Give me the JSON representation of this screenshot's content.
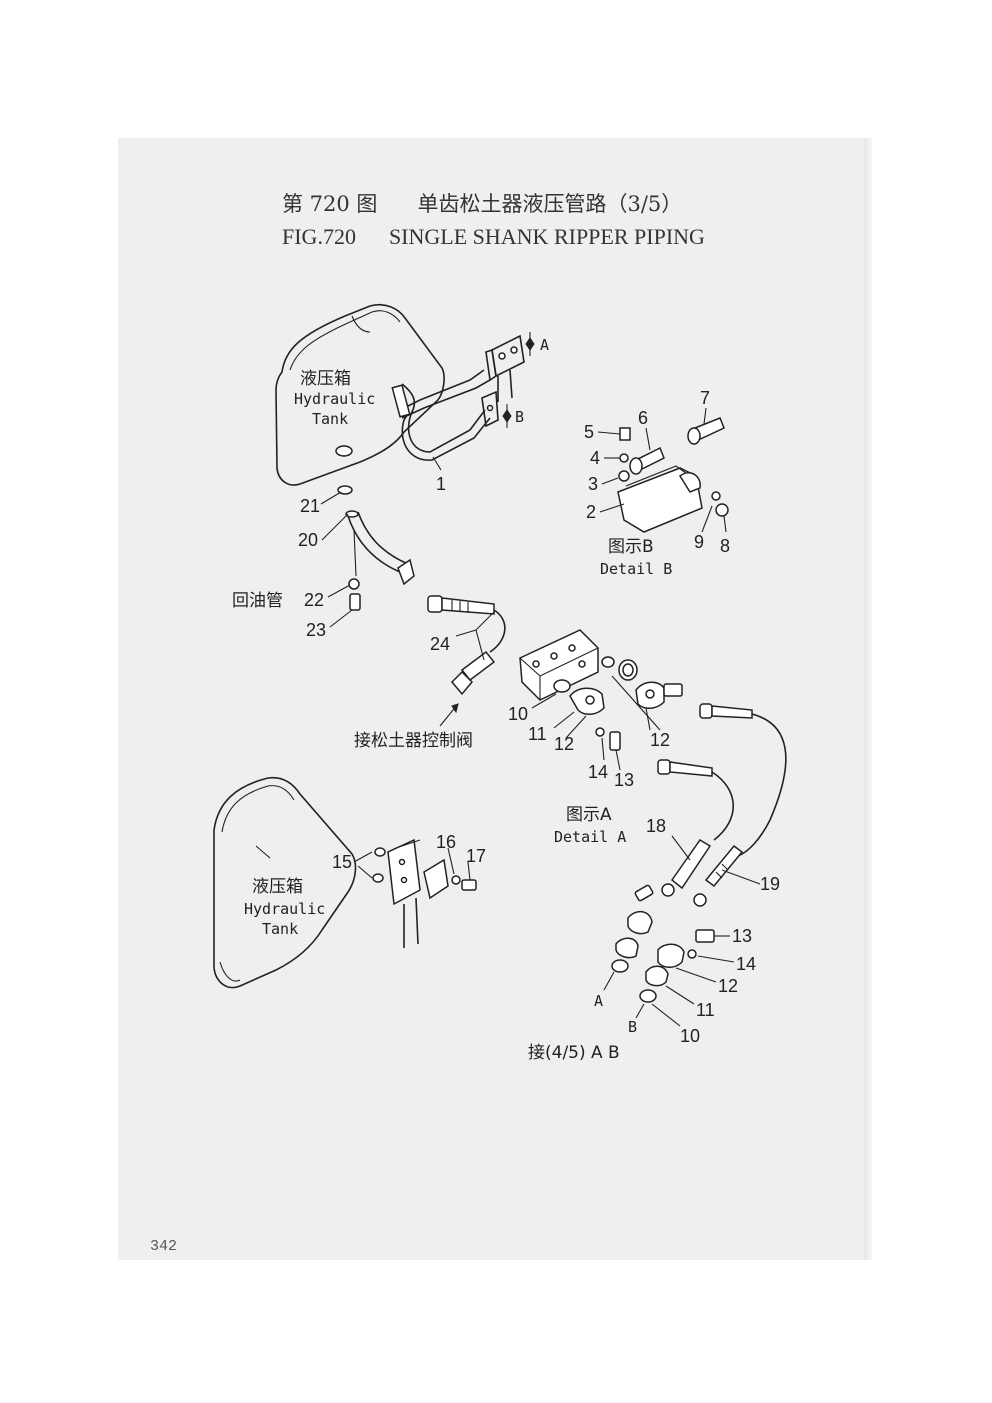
{
  "header": {
    "title_cn": "第 720 图      单齿松土器液压管路（3/5）",
    "title_en": "FIG.720      SINGLE SHANK RIPPER PIPING"
  },
  "page_number": "342",
  "diagram": {
    "tank_label_cn": "液压箱",
    "tank_label_en_1": "Hydraulic",
    "tank_label_en_2": "Tank",
    "return_pipe_cn": "回油管",
    "connect_ripper_valve_cn": "接松土器控制阀",
    "detail_a_cn": "图示A",
    "detail_a_en": "Detail A",
    "detail_b_cn": "图示B",
    "detail_b_en": "Detail B",
    "connect_45": "接(4/5)  A  B",
    "ref_A": "A",
    "ref_B": "B",
    "callouts": {
      "c1": "1",
      "c2": "2",
      "c3": "3",
      "c4": "4",
      "c5": "5",
      "c6": "6",
      "c7": "7",
      "c8": "8",
      "c9": "9",
      "c10": "10",
      "c11": "11",
      "c12": "12",
      "c13": "13",
      "c14": "14",
      "c15": "15",
      "c16": "16",
      "c17": "17",
      "c18": "18",
      "c19": "19",
      "c20": "20",
      "c21": "21",
      "c22": "22",
      "c23": "23",
      "c24": "24"
    }
  }
}
